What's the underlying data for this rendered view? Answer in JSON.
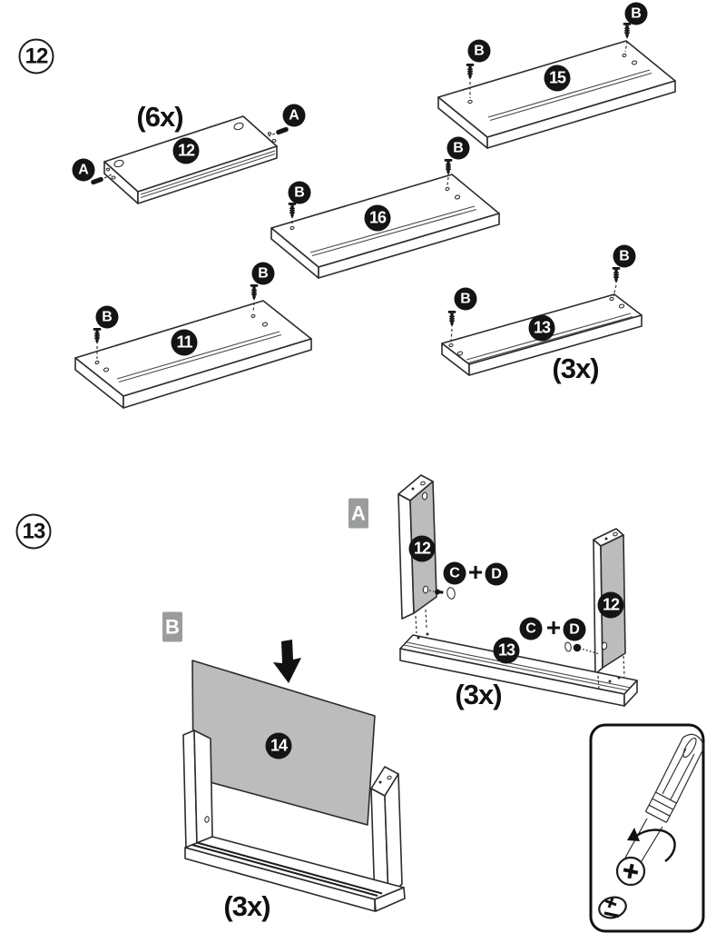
{
  "step12": {
    "badge": "12",
    "qty_plank": "(6x)",
    "qty_rail": "(3x)",
    "part_plank": "12",
    "part_shelf_top": "15",
    "part_shelf_mid": "16",
    "part_shelf_left": "11",
    "part_rail": "13",
    "hw_dowel": "A",
    "hw_screw": "B"
  },
  "step13": {
    "badge": "13",
    "sub_a": "A",
    "sub_b": "B",
    "qty_frame": "(3x)",
    "qty_back": "(3x)",
    "part_side": "12",
    "part_rail": "13",
    "part_back": "14",
    "hw_cam_bolt": "C",
    "hw_plus": "+",
    "hw_cam_lock": "D"
  },
  "colors": {
    "panel_gray": "#bcbcbc",
    "badge_black": "#141414",
    "label_gray": "#9b9d9c",
    "line": "#2b2b2b"
  }
}
